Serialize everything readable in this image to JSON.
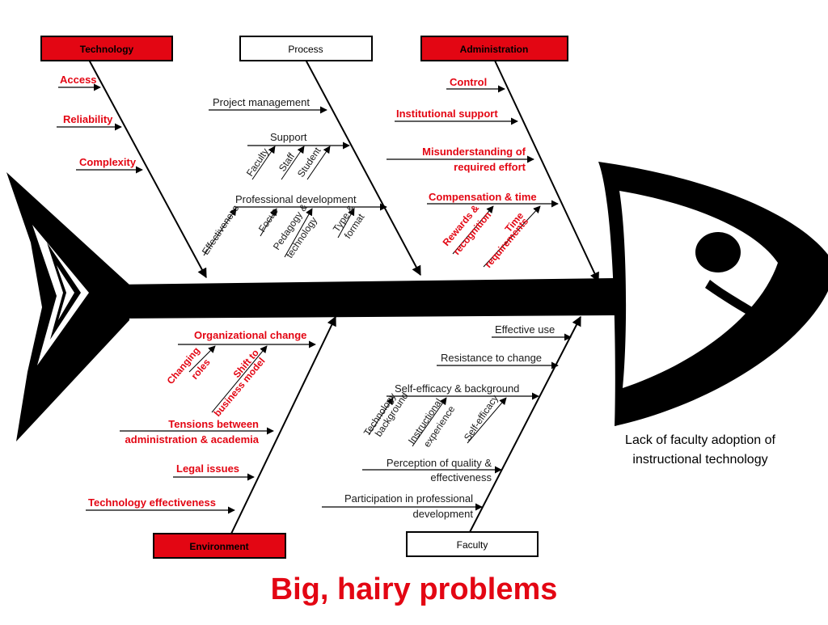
{
  "colors": {
    "accent_red": "#e30613",
    "ink": "#000000",
    "background": "#ffffff"
  },
  "problem_statement": "Lack of faculty adoption of instructional technology",
  "slide_title": "Big, hairy problems",
  "categories": {
    "technology": "Technology",
    "process": "Process",
    "administration": "Administration",
    "environment": "Environment",
    "faculty": "Faculty"
  },
  "technology_causes": {
    "access": "Access",
    "reliability": "Reliability",
    "complexity": "Complexity"
  },
  "process_causes": {
    "project_management": "Project management",
    "support": "Support",
    "support_faculty": "Faculty",
    "support_staff": "Staff",
    "support_student": "Student",
    "professional_development": "Professional development",
    "pd_effectiveness": "Effectiveness",
    "pd_focus": "Focus",
    "pd_pedagogy_1": "Pedagogy &",
    "pd_pedagogy_2": "technology",
    "pd_type_1": "Type &",
    "pd_type_2": "format"
  },
  "administration_causes": {
    "control": "Control",
    "institutional_support": "Institutional support",
    "misunderstanding_1": "Misunderstanding of",
    "misunderstanding_2": "required effort",
    "compensation": "Compensation & time",
    "rewards_1": "Rewards &",
    "rewards_2": "recognition",
    "time_1": "Time",
    "time_2": "requirements"
  },
  "environment_causes": {
    "organizational_change": "Organizational  change",
    "changing_1": "Changing",
    "changing_2": "roles",
    "shift_1": "Shift to",
    "shift_2": "business model",
    "tensions_1": "Tensions between",
    "tensions_2": "administration & academia",
    "legal": "Legal issues",
    "tech_effectiveness": "Technology effectiveness"
  },
  "faculty_causes": {
    "effective_use": "Effective use",
    "resistance": "Resistance to change",
    "self_efficacy_background": "Self-efficacy & background",
    "tech_background_1": "Technology",
    "tech_background_2": "background",
    "instructional_1": "Instructional",
    "instructional_2": "experience",
    "self_efficacy": "Self-efficacy",
    "perception_1": "Perception of quality &",
    "perception_2": "effectiveness",
    "participation_1": "Participation in professional",
    "participation_2": "development"
  }
}
